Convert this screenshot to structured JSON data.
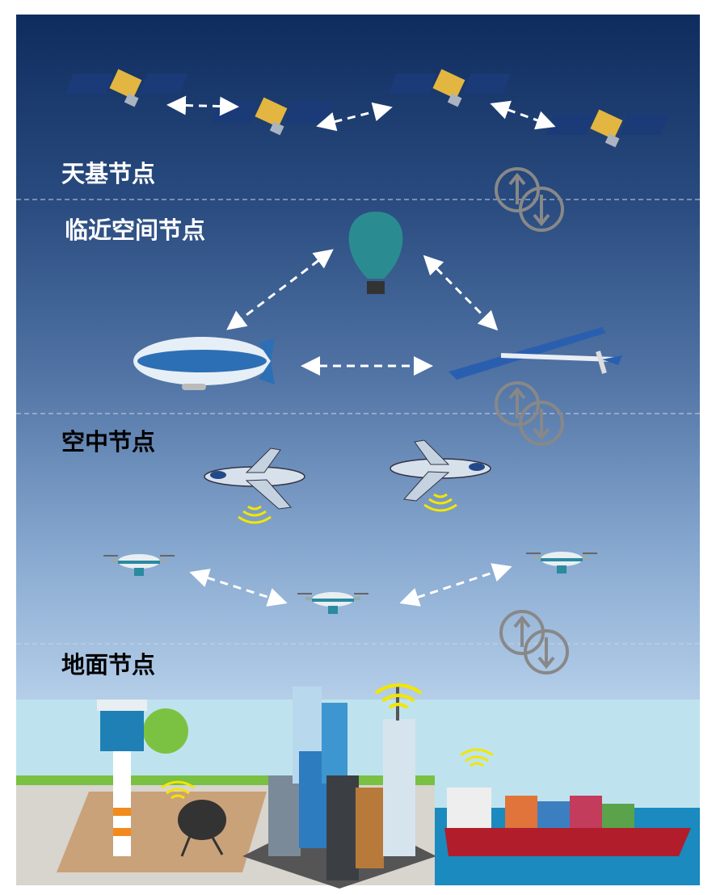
{
  "layers": [
    {
      "label": "天基节点",
      "color": "#ffffff"
    },
    {
      "label": "临近空间节点",
      "color": "#ffffff"
    },
    {
      "label": "空中节点",
      "color": "#000000"
    },
    {
      "label": "地面节点",
      "color": "#000000"
    }
  ],
  "colors": {
    "top": "#0f2c5e",
    "bottom": "#d6e6f5",
    "signal": "#f2e600",
    "arrow": "#ffffff"
  }
}
